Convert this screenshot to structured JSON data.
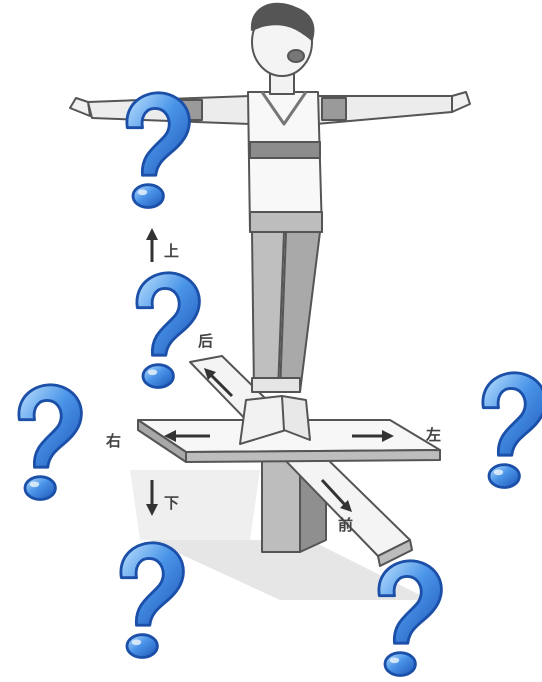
{
  "directions": {
    "up": "上",
    "down": "下",
    "back": "后",
    "front": "前",
    "left": "左",
    "right": "右"
  },
  "question_marks": {
    "glyph": "?",
    "count": 6,
    "color": "#2a6fd6"
  },
  "colors": {
    "line": "#555555",
    "plank": "#f2f2f2",
    "shadow": "#d9d9d9"
  }
}
